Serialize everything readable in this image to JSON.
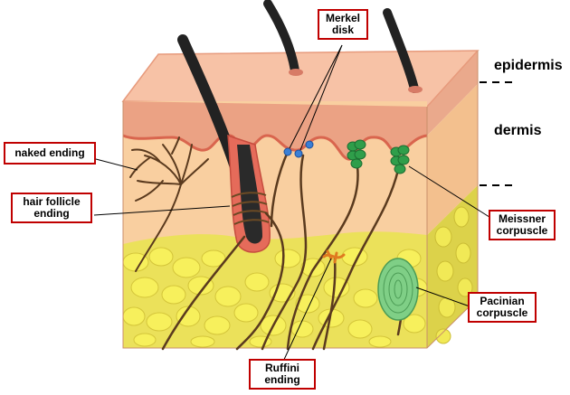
{
  "layers": {
    "epidermis": "epidermis",
    "dermis": "dermis"
  },
  "labels": {
    "merkel": [
      "Merkel",
      "disk"
    ],
    "naked": [
      "naked ending"
    ],
    "hair_follicle": [
      "hair follicle",
      "ending"
    ],
    "meissner": [
      "Meissner",
      "corpuscle"
    ],
    "pacinian": [
      "Pacinian",
      "corpuscle"
    ],
    "ruffini": [
      "Ruffini",
      "ending"
    ]
  },
  "colors": {
    "epidermis_top": "#f7c2a6",
    "epidermis_band": "#e9a083",
    "dermis": "#f9cfa0",
    "fat": "#e8e05a",
    "fat_cell": "#f6ef55",
    "hair": "#222222",
    "nerve": "#5a3a1e",
    "meissner": "#2f9e4a",
    "merkel": "#3a7fd6",
    "pacinian": "#7fcf86",
    "ruffini": "#e07a20",
    "label_border": "#c00000"
  }
}
